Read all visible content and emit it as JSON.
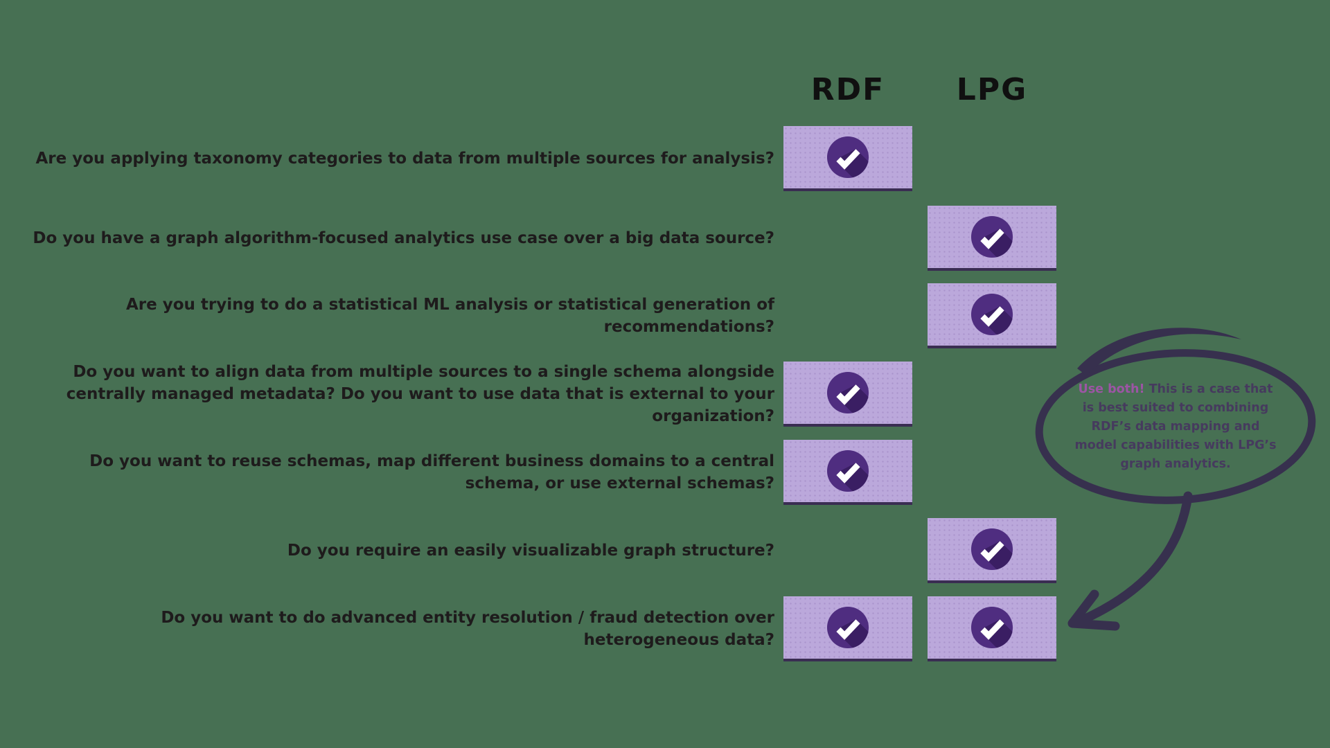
{
  "header": {
    "rdf": "RDF",
    "lpg": "LPG"
  },
  "rows": [
    {
      "question": "Are you applying taxonomy categories to data from multiple sources for analysis?",
      "rdf": true,
      "lpg": false
    },
    {
      "question": "Do you have a graph algorithm-focused analytics use case over a big data source?",
      "rdf": false,
      "lpg": true
    },
    {
      "question": "Are you trying to do a statistical ML analysis or statistical generation of recommendations?",
      "rdf": false,
      "lpg": true
    },
    {
      "question": "Do you want to align data from multiple sources to a single schema alongside centrally managed metadata? Do you want to use data that is external to your organization?",
      "rdf": true,
      "lpg": false
    },
    {
      "question": "Do you want to reuse schemas, map different business domains to a central schema, or use external schemas?",
      "rdf": true,
      "lpg": false
    },
    {
      "question": "Do you require an easily visualizable graph structure?",
      "rdf": false,
      "lpg": true
    },
    {
      "question": "Do you want to do advanced entity resolution / fraud detection over heterogeneous data?",
      "rdf": true,
      "lpg": true
    }
  ],
  "annotation": {
    "highlight": "Use both!",
    "line1_rest": " This is a case that",
    "line2": "is best suited to combining",
    "line3": "RDF’s data mapping and",
    "line4": "model capabilities with LPG’s",
    "line5": "graph analytics."
  },
  "icons": {
    "check": "checkmark-icon"
  },
  "colors": {
    "background": "#477053",
    "cell_fill": "#bba8db",
    "cell_border_bottom": "#3a2d52",
    "check_circle": "#4f2d80",
    "check_shadow": "#3a1e63",
    "check_mark": "#ffffff",
    "question_ink": "#1e1b1c",
    "header_ink": "#101010",
    "bubble_stroke": "#37304e",
    "bubble_ink": "#463a5e",
    "bubble_highlight": "#9c55a4"
  }
}
